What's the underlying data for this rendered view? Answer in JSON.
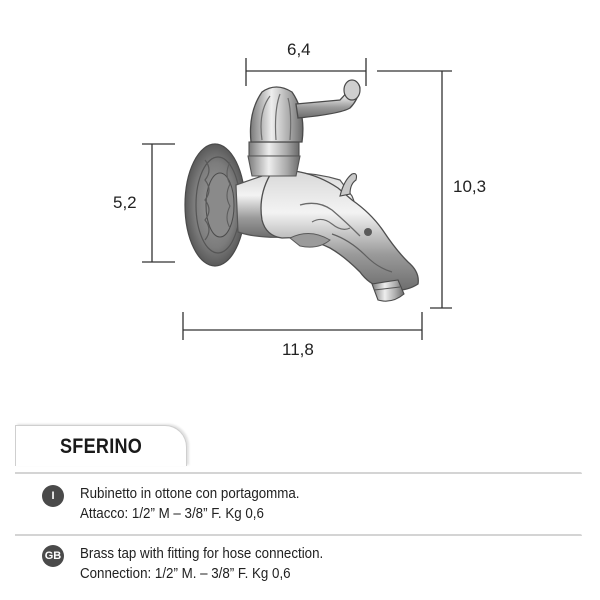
{
  "dimensions": {
    "width_top": "6,4",
    "height_left": "5,2",
    "height_right": "10,3",
    "length_bottom": "11,8"
  },
  "product": {
    "name": "SFERINO"
  },
  "descriptions": [
    {
      "lang_badge": "I",
      "line1": "Rubinetto in ottone con portagomma.",
      "line2": "Attacco: 1/2” M – 3/8” F. Kg 0,6"
    },
    {
      "lang_badge": "GB",
      "line1": "Brass tap with fitting for hose connection.",
      "line2": "Connection: 1/2” M. – 3/8” F. Kg 0,6"
    }
  ],
  "colors": {
    "badge": "#4a4a4a",
    "rule": "#d4d4d4",
    "metal": "#8c8c8c"
  }
}
